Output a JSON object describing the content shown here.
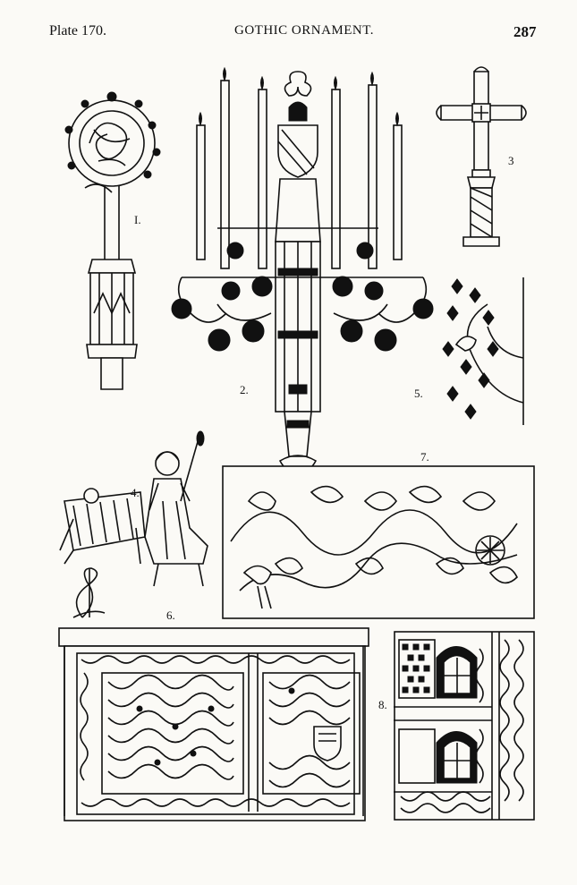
{
  "header": {
    "plate": "Plate 170.",
    "title": "GOTHIC ORNAMENT.",
    "page": "287"
  },
  "figure_numbers": {
    "f1": "I.",
    "f2": "2.",
    "f3": "3",
    "f4": "4.",
    "f5": "5.",
    "f6": "6.",
    "f7": "7.",
    "f8": "8."
  },
  "icons": {
    "crosier": "crosier-icon",
    "candelabrum": "candelabrum-icon",
    "cross": "processional-cross-icon",
    "foliage": "foliage-bracket-icon",
    "cradle": "cradle-scene-icon",
    "monogram": "monogram-icon",
    "frieze": "foliage-frieze-icon",
    "chest": "carved-chest-icon",
    "window": "tracery-panel-icon"
  },
  "colors": {
    "ink": "#111111",
    "paper": "#fbfaf6"
  }
}
